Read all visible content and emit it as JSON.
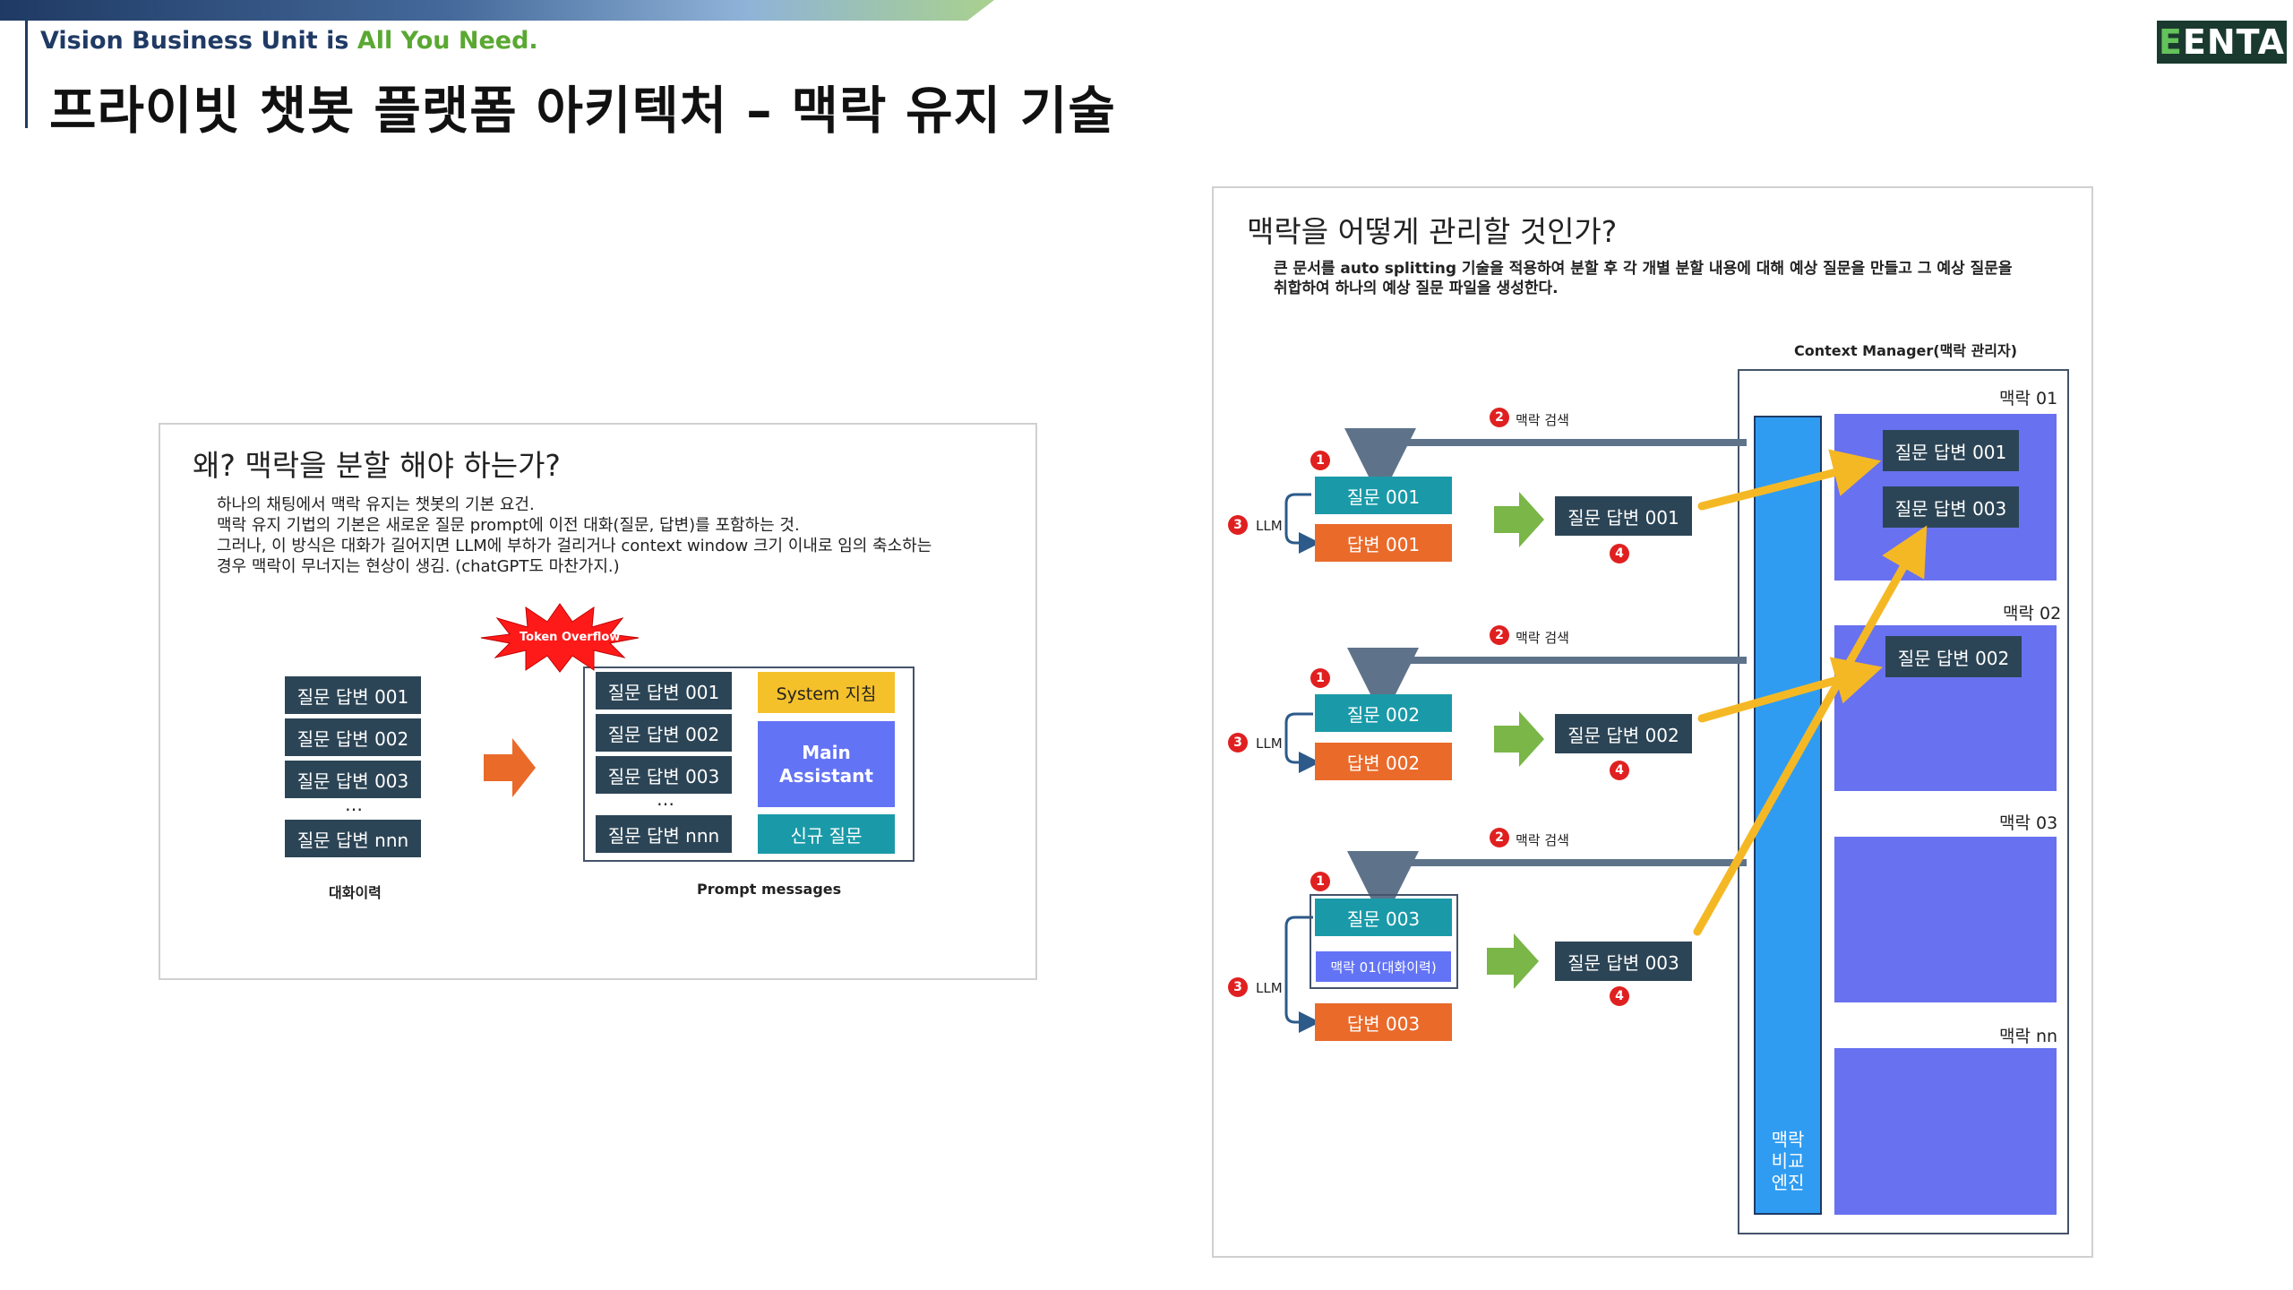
{
  "header": {
    "unit_prefix": "Vision Business Unit is ",
    "unit_highlight": "All You Need.",
    "title": "프라이빗 챗봇 플랫폼 아키텍처 – 맥락 유지 기술",
    "logo_e": "E",
    "logo_rest": "ENTA"
  },
  "left_panel": {
    "title": "왜? 맥락을 분할 해야 하는가?",
    "desc": [
      "하나의 채팅에서 맥락 유지는 챗봇의 기본 요건.",
      "맥락 유지 기법의 기본은 새로운 질문 prompt에 이전 대화(질문, 답변)를 포함하는 것.",
      "그러나, 이 방식은 대화가 길어지면 LLM에 부하가 걸리거나 context window 크기 이내로 임의 축소하는",
      "경우 맥락이 무너지는 현상이 생김. (chatGPT도 마찬가지.)"
    ],
    "history": [
      "질문 답변   001",
      "질문 답변 002",
      "질문 답변 003",
      "질문 답변 nnn"
    ],
    "history_ellipsis": "…",
    "history_label": "대화이력",
    "token_overflow": "Token Overflow",
    "prompt": [
      "질문 답변   001",
      "질문 답변 002",
      "질문 답변 003",
      "질문 답변 nnn"
    ],
    "prompt_ellipsis": "…",
    "system": "System 지침",
    "main_assistant": "Main Assistant",
    "new_question": "신규 질문",
    "prompt_label": "Prompt messages"
  },
  "right_panel": {
    "title": "맥락을 어떻게 관리할 것인가?",
    "desc": [
      "큰 문서를 auto splitting 기술을 적용하여 분할 후 각 개별 분할 내용에 대해 예상 질문을 만들고 그 예상 질문을",
      "취합하여 하나의 예상 질문 파일을 생성한다."
    ],
    "context_manager": "Context Manager(맥락 관리자)",
    "search_label": "맥락 검색",
    "llm": "LLM",
    "badges": [
      "1",
      "2",
      "3",
      "4"
    ],
    "rows": [
      {
        "question": "질문 001",
        "answer": "답변 001",
        "result": "질문 답변 001"
      },
      {
        "question": "질문 002",
        "answer": "답변 002",
        "result": "질문 답변 002"
      },
      {
        "question": "질문 003",
        "extra": "맥락 01(대화이력)",
        "answer": "답변 003",
        "result": "질문 답변 003"
      }
    ],
    "engine": "맥락\n비교\n엔진",
    "contexts": [
      {
        "label": "맥락 01",
        "items": [
          "질문 답변 001",
          "질문 답변 003"
        ]
      },
      {
        "label": "맥락 02",
        "items": [
          "질문 답변 002"
        ]
      },
      {
        "label": "맥락 03",
        "items": []
      },
      {
        "label": "맥락 nn",
        "items": []
      }
    ]
  },
  "colors": {
    "navy": "#2c4556",
    "teal": "#1a9aa8",
    "orange": "#ea6a2a",
    "yellow": "#f5c12b",
    "purple": "#6373f5",
    "blue": "#2f9cf2",
    "green_arrow": "#7ab648",
    "red_badge": "#e02020"
  }
}
